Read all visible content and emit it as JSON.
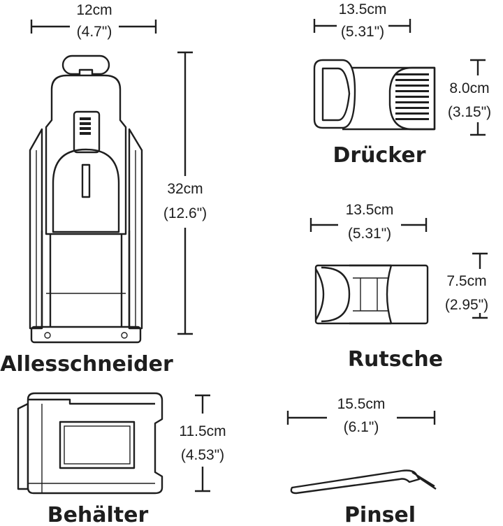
{
  "products": {
    "allesschneider": {
      "name": "Allesschneider",
      "width": "12cm",
      "width_in": "(4.7\")",
      "height": "32cm",
      "height_in": "(12.6\")"
    },
    "druecker": {
      "name": "Drücker",
      "width": "13.5cm",
      "width_in": "(5.31\")",
      "height": "8.0cm",
      "height_in": "(3.15\")"
    },
    "rutsche": {
      "name": "Rutsche",
      "width": "13.5cm",
      "width_in": "(5.31\")",
      "height": "7.5cm",
      "height_in": "(2.95\")"
    },
    "behaelter": {
      "name": "Behälter",
      "height": "11.5cm",
      "height_in": "(4.53\")"
    },
    "pinsel": {
      "name": "Pinsel",
      "width": "15.5cm",
      "width_in": "(6.1\")"
    }
  },
  "colors": {
    "line": "#1e1e1e",
    "background": "#ffffff"
  }
}
